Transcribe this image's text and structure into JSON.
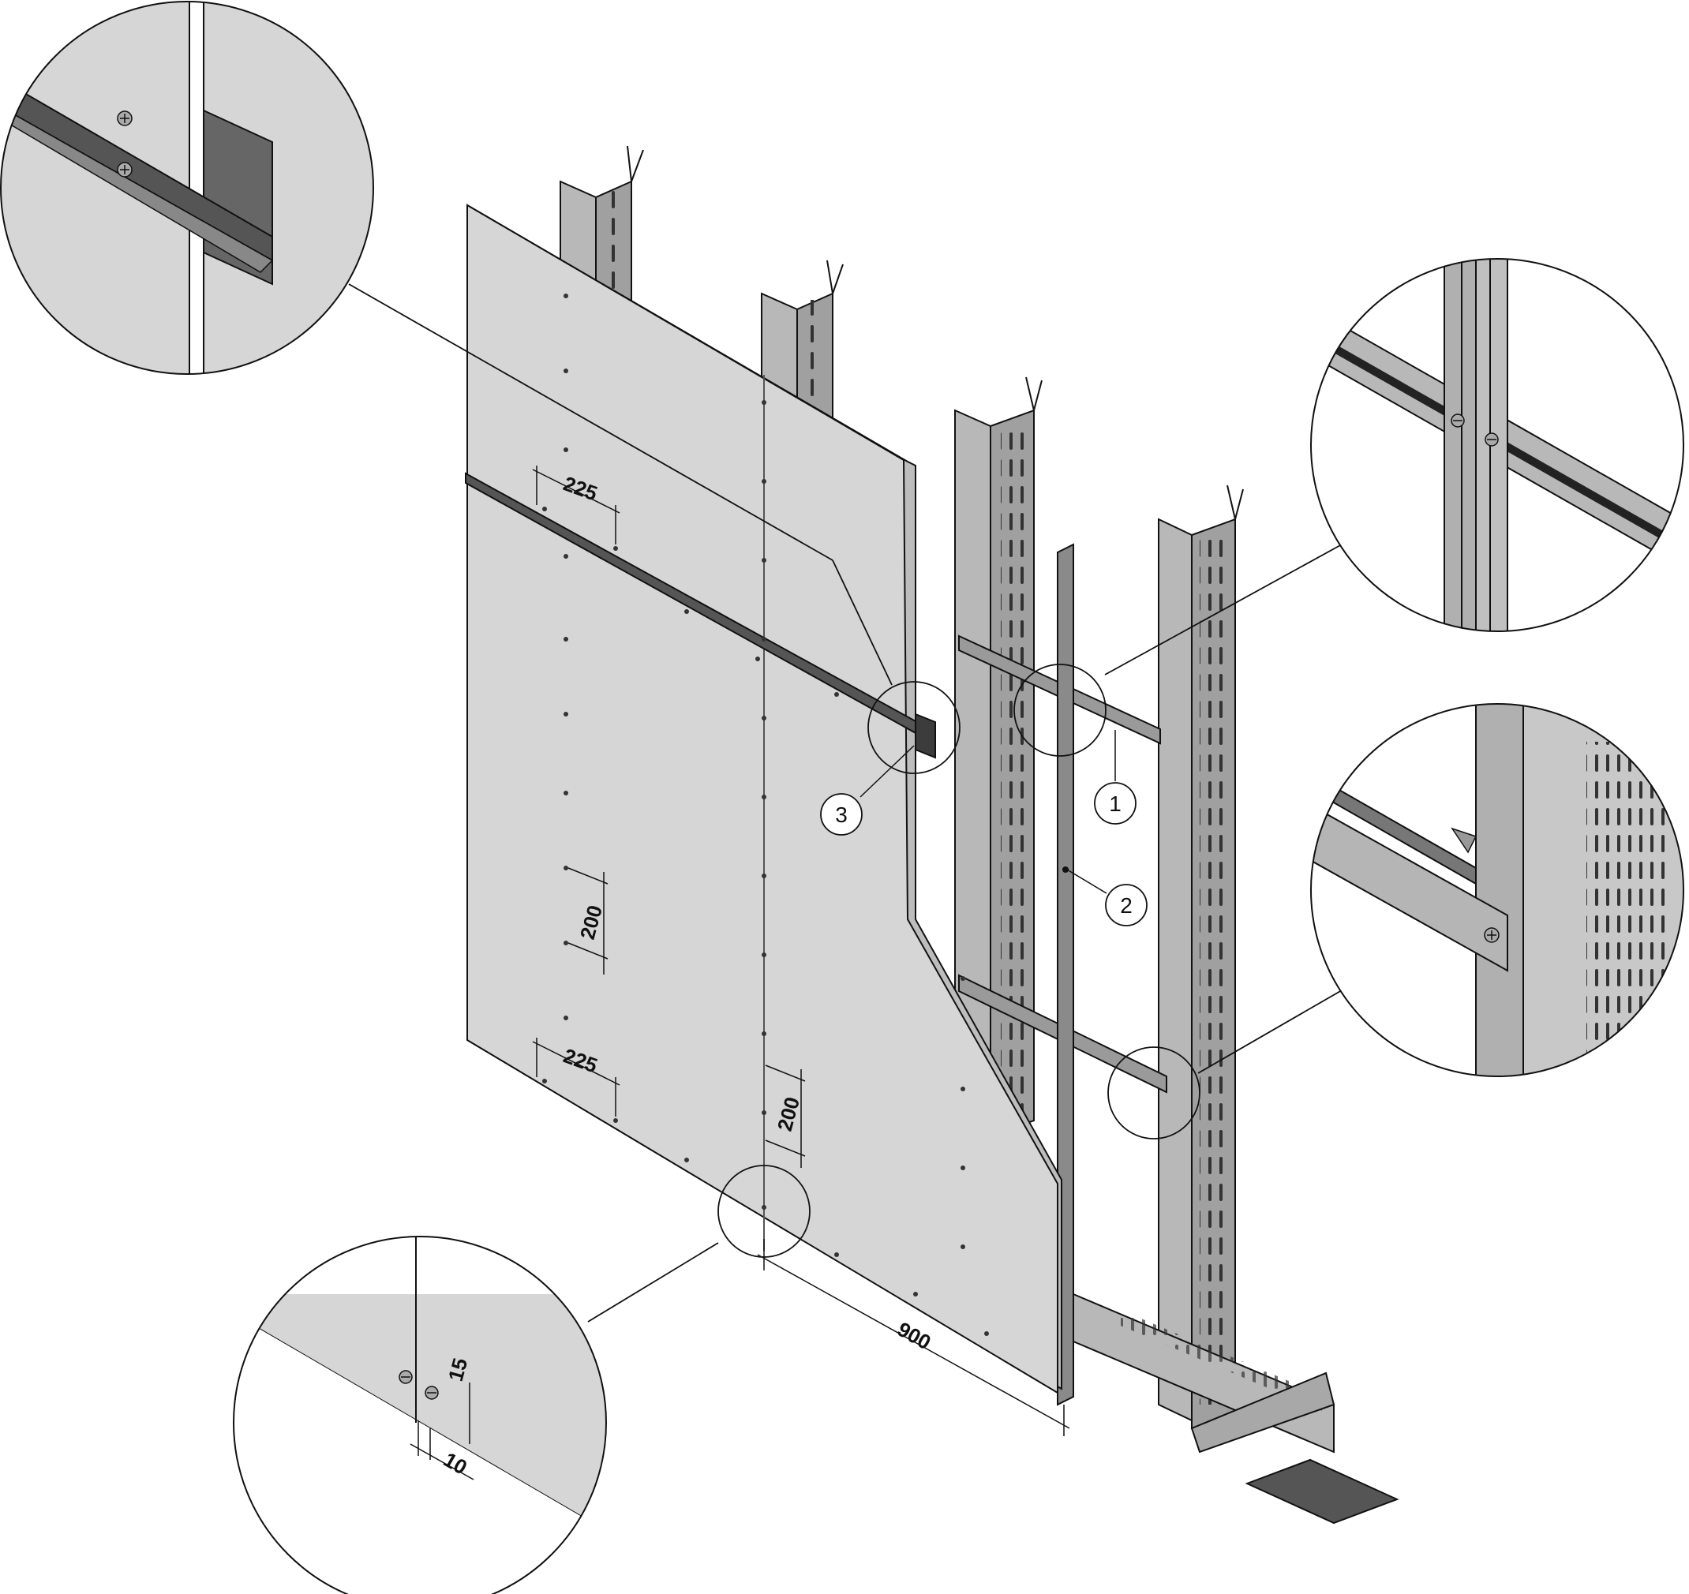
{
  "figure": {
    "description_visible_text_only": true,
    "callouts": [
      "1",
      "2",
      "3"
    ],
    "dimensions": {
      "top_spacing": "225",
      "bottom_spacing": "225",
      "vertical_spacing_left": "200",
      "vertical_spacing_right": "200",
      "board_width": "900",
      "edge_distance_vertical": "15",
      "edge_distance_horizontal": "10"
    }
  },
  "colors": {
    "board": "#d6d6d6",
    "stud": "#b8b8b8",
    "stud_dark": "#8a8a8a",
    "strip": "#6e6e6e",
    "line": "#111111"
  }
}
